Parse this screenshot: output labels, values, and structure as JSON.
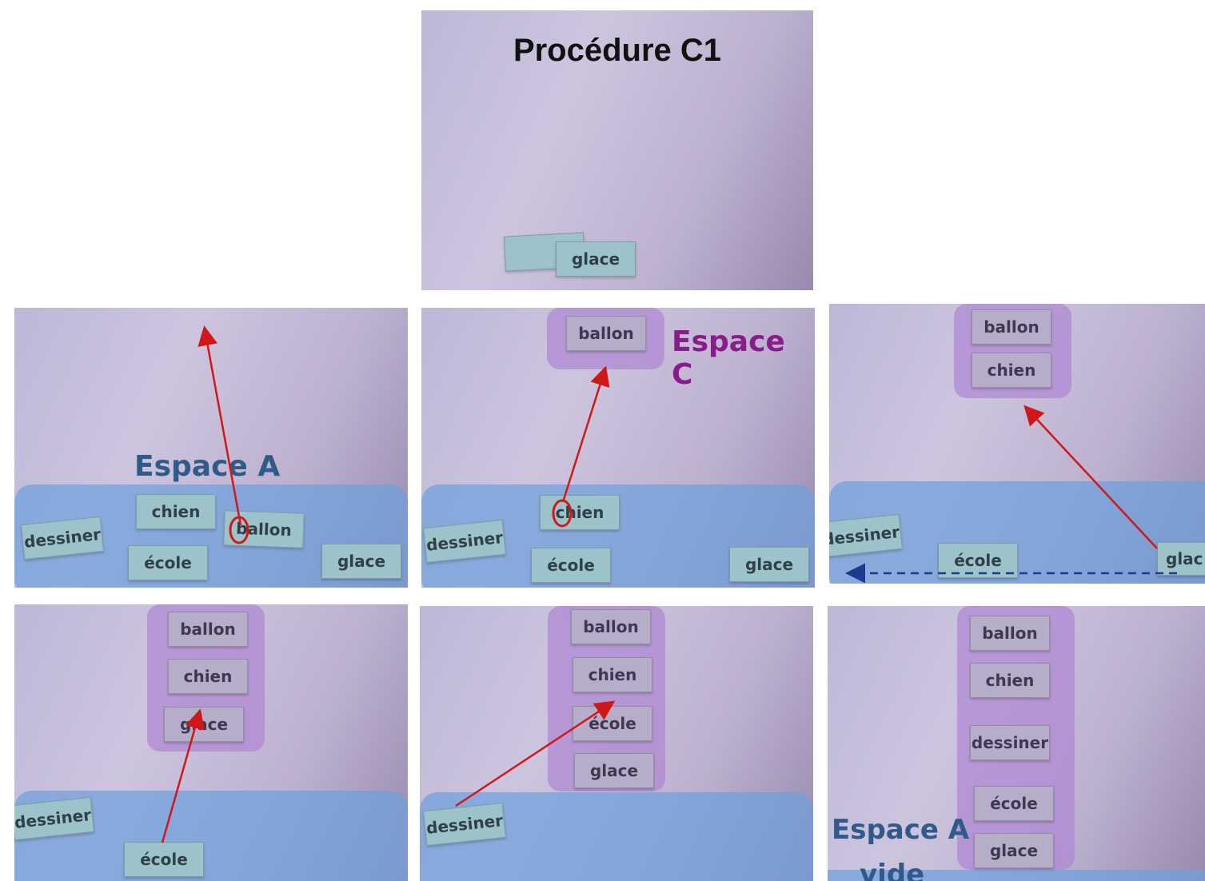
{
  "title": "Procédure C1",
  "labels": {
    "espace_a": "Espace A",
    "espace_c": "Espace C",
    "vide": "vide"
  },
  "words": {
    "ballon": "ballon",
    "chien": "chien",
    "dessiner": "dessiner",
    "ecole": "école",
    "glace": "glace",
    "glace_cut": "glac"
  },
  "colors": {
    "arrow": "#d01818",
    "dashed_arrow": "#1b3c8c",
    "espace_a": "#6ea0dc",
    "espace_c": "#af87d2"
  }
}
